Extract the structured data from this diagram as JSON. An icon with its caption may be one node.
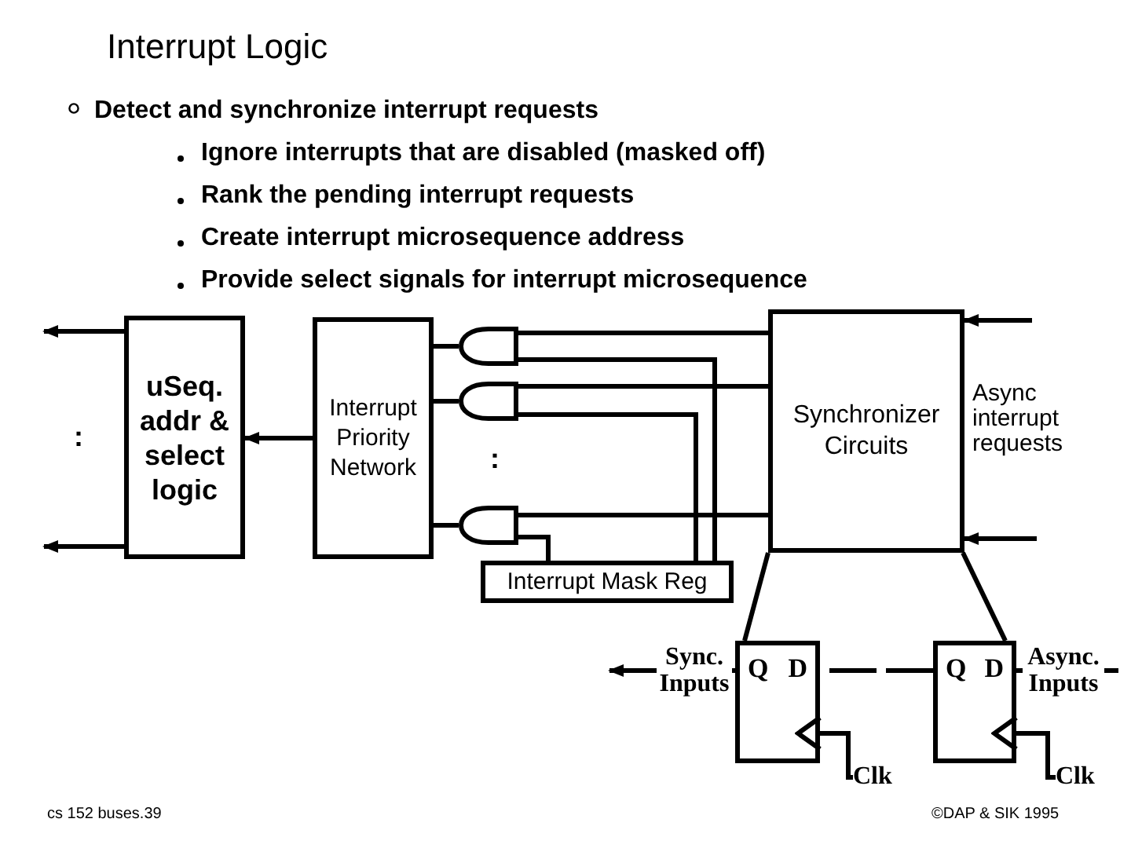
{
  "diagram": {
    "title": "Interrupt Logic",
    "nodes": [
      {
        "text": [
          "uSeq. addr & select logic"
        ]
      },
      {
        "text": [
          "Interrupt Priority Network"
        ]
      },
      {
        "text": [],
        "shape": "gate"
      },
      {
        "text": [],
        "shape": "gate"
      },
      {
        "text": [],
        "shape": "gate"
      },
      {
        "text": [
          "Synchronizer Circuits"
        ]
      },
      {
        "text": [
          "Interrupt Mask Reg"
        ]
      },
      {
        "text": [
          "Q",
          "D"
        ]
      },
      {
        "text": [
          "Q",
          "D"
        ]
      },
      {
        "text": [
          "Clk"
        ]
      },
      {
        "text": [
          "Clk"
        ]
      }
    ],
    "edges": [
      {
        "from": 0,
        "to": null,
        "arrow": "to"
      },
      {
        "from": 0,
        "to": null,
        "arrow": "to"
      },
      {
        "from": 1,
        "to": 0,
        "arrow": "to"
      },
      {
        "from": 2,
        "to": 1,
        "arrow": "none"
      },
      {
        "from": 3,
        "to": 1,
        "arrow": "none"
      },
      {
        "from": 4,
        "to": 1,
        "arrow": "none"
      },
      {
        "from": 5,
        "to": 2,
        "arrow": "none"
      },
      {
        "from": 6,
        "to": 2,
        "arrow": "none"
      },
      {
        "from": 5,
        "to": 3,
        "arrow": "none"
      },
      {
        "from": 6,
        "to": 3,
        "arrow": "none"
      },
      {
        "from": 5,
        "to": 4,
        "arrow": "none"
      },
      {
        "from": 6,
        "to": 4,
        "arrow": "none"
      },
      {
        "from": null,
        "to": 5,
        "arrow": "to"
      },
      {
        "from": null,
        "to": 5,
        "arrow": "to"
      },
      {
        "from": 5,
        "to": 7,
        "arrow": "none"
      },
      {
        "from": 5,
        "to": 8,
        "arrow": "none"
      },
      {
        "from": 7,
        "to": null,
        "arrow": "to",
        "label": "Sync. Inputs"
      },
      {
        "from": null,
        "to": 8,
        "arrow": "none",
        "label": "Async. Inputs"
      },
      {
        "from": 8,
        "to": 7,
        "arrow": "none",
        "style": "dashed"
      },
      {
        "from": 9,
        "to": 7,
        "arrow": "to"
      },
      {
        "from": 10,
        "to": 8,
        "arrow": "to"
      }
    ],
    "labels": [
      "Detect and synchronize interrupt requests",
      "Ignore interrupts that are disabled (masked off)",
      "Rank the pending interrupt requests",
      "Create interrupt microsequence address",
      "Provide select signals for interrupt microsequence",
      ":",
      ":",
      "Async interrupt requests",
      "cs 152 buses.39",
      "©DAP & SIK 1995"
    ]
  }
}
